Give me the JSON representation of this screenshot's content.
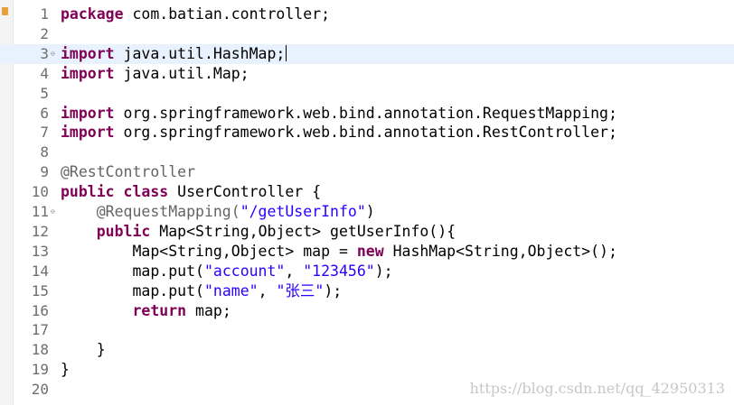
{
  "editor": {
    "lines": [
      {
        "n": "1",
        "tokens": [
          {
            "t": "package",
            "c": "kw"
          },
          {
            "t": " com.batian.controller;",
            "c": "id"
          }
        ]
      },
      {
        "n": "2",
        "tokens": []
      },
      {
        "n": "3",
        "fold": true,
        "current": true,
        "caret": true,
        "tokens": [
          {
            "t": "import",
            "c": "kw"
          },
          {
            "t": " java.util.HashMap;",
            "c": "id"
          }
        ]
      },
      {
        "n": "4",
        "tokens": [
          {
            "t": "import",
            "c": "kw"
          },
          {
            "t": " java.util.Map;",
            "c": "id"
          }
        ]
      },
      {
        "n": "5",
        "tokens": []
      },
      {
        "n": "6",
        "tokens": [
          {
            "t": "import",
            "c": "kw"
          },
          {
            "t": " org.springframework.web.bind.annotation.RequestMapping;",
            "c": "id"
          }
        ]
      },
      {
        "n": "7",
        "tokens": [
          {
            "t": "import",
            "c": "kw"
          },
          {
            "t": " org.springframework.web.bind.annotation.RestController;",
            "c": "id"
          }
        ]
      },
      {
        "n": "8",
        "tokens": []
      },
      {
        "n": "9",
        "tokens": [
          {
            "t": "@RestController",
            "c": "ann"
          }
        ]
      },
      {
        "n": "10",
        "tokens": [
          {
            "t": "public",
            "c": "kw"
          },
          {
            "t": " ",
            "c": "id"
          },
          {
            "t": "class",
            "c": "kw"
          },
          {
            "t": " UserController {",
            "c": "id"
          }
        ]
      },
      {
        "n": "11",
        "fold": true,
        "tokens": [
          {
            "t": "    @RequestMapping(",
            "c": "ann"
          },
          {
            "t": "\"/getUserInfo\"",
            "c": "str"
          },
          {
            "t": ")",
            "c": "id"
          }
        ]
      },
      {
        "n": "12",
        "tokens": [
          {
            "t": "    ",
            "c": "id"
          },
          {
            "t": "public",
            "c": "kw"
          },
          {
            "t": " Map<String,Object> getUserInfo(){",
            "c": "id"
          }
        ]
      },
      {
        "n": "13",
        "tokens": [
          {
            "t": "        Map<String,Object> map = ",
            "c": "id"
          },
          {
            "t": "new",
            "c": "kw"
          },
          {
            "t": " HashMap<String,Object>();",
            "c": "id"
          }
        ]
      },
      {
        "n": "14",
        "tokens": [
          {
            "t": "        map.put(",
            "c": "id"
          },
          {
            "t": "\"account\"",
            "c": "str"
          },
          {
            "t": ", ",
            "c": "id"
          },
          {
            "t": "\"123456\"",
            "c": "str"
          },
          {
            "t": ");",
            "c": "id"
          }
        ]
      },
      {
        "n": "15",
        "tokens": [
          {
            "t": "        map.put(",
            "c": "id"
          },
          {
            "t": "\"name\"",
            "c": "str"
          },
          {
            "t": ", ",
            "c": "id"
          },
          {
            "t": "\"张三\"",
            "c": "str"
          },
          {
            "t": ");",
            "c": "id"
          }
        ]
      },
      {
        "n": "16",
        "tokens": [
          {
            "t": "        ",
            "c": "id"
          },
          {
            "t": "return",
            "c": "kw"
          },
          {
            "t": " map;",
            "c": "id"
          }
        ]
      },
      {
        "n": "17",
        "tokens": []
      },
      {
        "n": "18",
        "tokens": [
          {
            "t": "    }",
            "c": "id"
          }
        ]
      },
      {
        "n": "19",
        "tokens": [
          {
            "t": "}",
            "c": "id"
          }
        ]
      },
      {
        "n": "20",
        "tokens": []
      }
    ]
  },
  "watermark": "https://blog.csdn.net/qq_42950313",
  "colors": {
    "keyword": "#7f0055",
    "annotation": "#646464",
    "string": "#2a00ff",
    "line_number": "#6e6e6e",
    "current_line_bg": "#e8f2fe",
    "change_marker": "#5b8fd8"
  }
}
